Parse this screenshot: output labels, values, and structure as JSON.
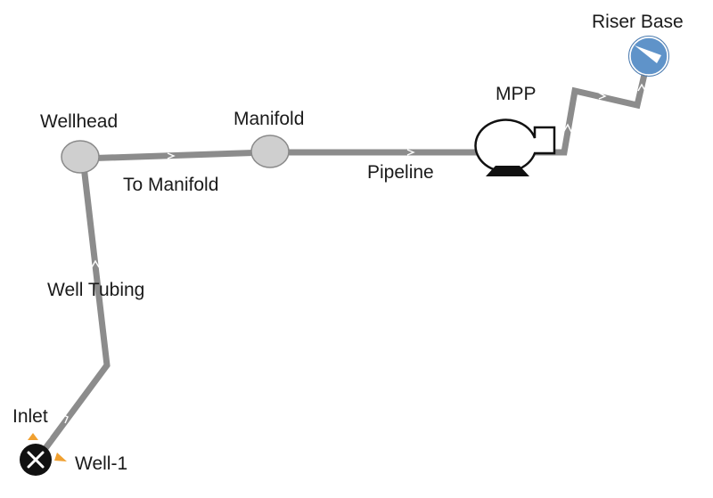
{
  "diagram": {
    "title": "",
    "colors": {
      "pipe": "#8c8c8c",
      "node_fill": "#cfcfcf",
      "node_stroke": "#8a8a8a",
      "well_fill": "#111111",
      "well_marker": "#f0a030",
      "riser_fill": "#5f93c9",
      "pump_stroke": "#111111"
    },
    "nodes": {
      "wellhead": {
        "label": "Wellhead",
        "icon": "junction-node-icon"
      },
      "manifold": {
        "label": "Manifold",
        "icon": "junction-node-icon"
      },
      "mpp": {
        "label": "MPP",
        "icon": "multiphase-pump-icon"
      },
      "riser_base": {
        "label": "Riser Base",
        "icon": "riser-sink-icon"
      },
      "inlet": {
        "label": "Inlet"
      },
      "well": {
        "label": "Well-1",
        "icon": "well-source-icon"
      }
    },
    "branches": {
      "well_tubing": {
        "label": "Well Tubing"
      },
      "to_manifold": {
        "label": "To Manifold"
      },
      "pipeline": {
        "label": "Pipeline"
      }
    }
  }
}
